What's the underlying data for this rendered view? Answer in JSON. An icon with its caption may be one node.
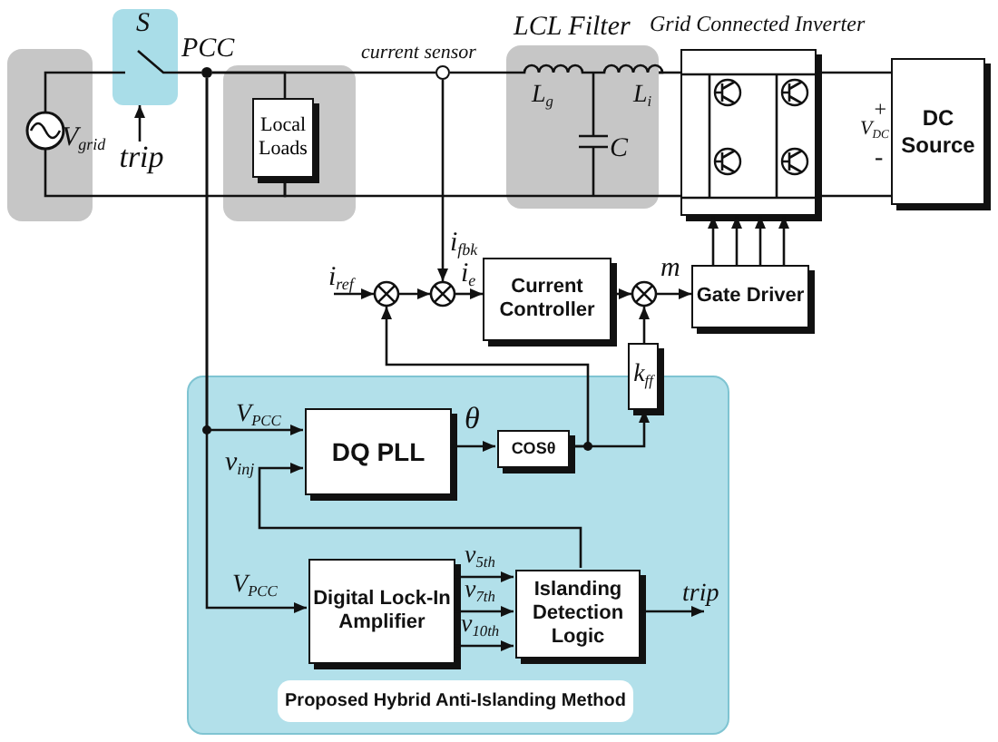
{
  "diagram": {
    "nodes": [
      {
        "text": [
          "V$_{grid}$"
        ]
      },
      {
        "text": [
          "S"
        ]
      },
      {
        "text": [
          "trip"
        ]
      },
      {
        "text": [
          "Local Loads"
        ]
      },
      {
        "text": [
          "LCL Filter",
          "L$_{g}$",
          "L$_{i}$",
          "C"
        ]
      },
      {
        "text": [
          "Grid Connected Inverter"
        ]
      },
      {
        "text": [
          "DC Source"
        ]
      },
      {
        "text": [],
        "shape": "circle",
        "beside": [
          "PCC"
        ]
      },
      {
        "text": [],
        "shape": "circle",
        "beside": [
          "current sensor"
        ]
      },
      {
        "text": [],
        "shape": "circle"
      },
      {
        "text": [],
        "shape": "circle"
      },
      {
        "text": [
          "Current Controller"
        ]
      },
      {
        "text": [],
        "shape": "circle"
      },
      {
        "text": [
          "Gate Driver"
        ]
      },
      {
        "text": [
          "k$_{ff}$"
        ]
      },
      {
        "text": [],
        "shape": "box"
      },
      {
        "text": [
          "Proposed Hybrid Anti-Islanding Method"
        ],
        "in": 15
      },
      {
        "text": [
          "DQ PLL"
        ],
        "in": 15
      },
      {
        "text": [
          "COSθ"
        ],
        "in": 15
      },
      {
        "text": [
          "Digital Lock-In Amplifier"
        ],
        "in": 15
      },
      {
        "text": [
          "Islanding Detection Logic"
        ],
        "in": 15
      }
    ],
    "edges": [
      {
        "from": 2,
        "to": 1,
        "arrow": "to"
      },
      {
        "from": 0,
        "to": 1,
        "arrow": "none"
      },
      {
        "from": 1,
        "to": 7,
        "arrow": "none"
      },
      {
        "from": 7,
        "to": 3,
        "arrow": "none"
      },
      {
        "from": 7,
        "to": 8,
        "arrow": "none"
      },
      {
        "from": 8,
        "to": 4,
        "arrow": "none"
      },
      {
        "from": 4,
        "to": 5,
        "arrow": "none"
      },
      {
        "from": 5,
        "to": 6,
        "arrow": "none"
      },
      {
        "from": 0,
        "to": 3,
        "arrow": "none"
      },
      {
        "from": 3,
        "to": 4,
        "arrow": "none"
      },
      {
        "from": 4,
        "to": 5,
        "arrow": "none"
      },
      {
        "from": 5,
        "to": 6,
        "arrow": "none"
      },
      {
        "from": 8,
        "to": 10,
        "arrow": "to",
        "label": "i$_{fbk}$"
      },
      {
        "from": null,
        "to": 9,
        "arrow": "to",
        "label": "i$_{ref}$"
      },
      {
        "from": 9,
        "to": 10,
        "arrow": "to"
      },
      {
        "from": 10,
        "to": 11,
        "arrow": "to",
        "label": "i$_{e}$"
      },
      {
        "from": 11,
        "to": 12,
        "arrow": "to"
      },
      {
        "from": 12,
        "to": 13,
        "arrow": "to",
        "label": "m"
      },
      {
        "from": 13,
        "to": 5,
        "arrow": "to"
      },
      {
        "from": 13,
        "to": 5,
        "arrow": "to"
      },
      {
        "from": 13,
        "to": 5,
        "arrow": "to"
      },
      {
        "from": 13,
        "to": 5,
        "arrow": "to"
      },
      {
        "from": 14,
        "to": 12,
        "arrow": "to"
      },
      {
        "from": 18,
        "to": 9,
        "arrow": "to"
      },
      {
        "from": 18,
        "to": 14,
        "arrow": "to"
      },
      {
        "from": 17,
        "to": 18,
        "arrow": "to",
        "label": "θ"
      },
      {
        "from": 7,
        "to": 17,
        "arrow": "to",
        "label": "V$_{PCC}$"
      },
      {
        "from": 7,
        "to": 19,
        "arrow": "to",
        "label": "V$_{PCC}$"
      },
      {
        "from": 20,
        "to": 17,
        "arrow": "to",
        "label": "v$_{inj}$"
      },
      {
        "from": 19,
        "to": 20,
        "arrow": "to",
        "label": "v$_{5th}$"
      },
      {
        "from": 19,
        "to": 20,
        "arrow": "to",
        "label": "v$_{7th}$"
      },
      {
        "from": 19,
        "to": 20,
        "arrow": "to",
        "label": "v$_{10th}$"
      },
      {
        "from": 20,
        "to": null,
        "arrow": "to",
        "label": "trip"
      }
    ],
    "labels": [
      "+",
      "V$_{DC}$",
      "-"
    ]
  }
}
